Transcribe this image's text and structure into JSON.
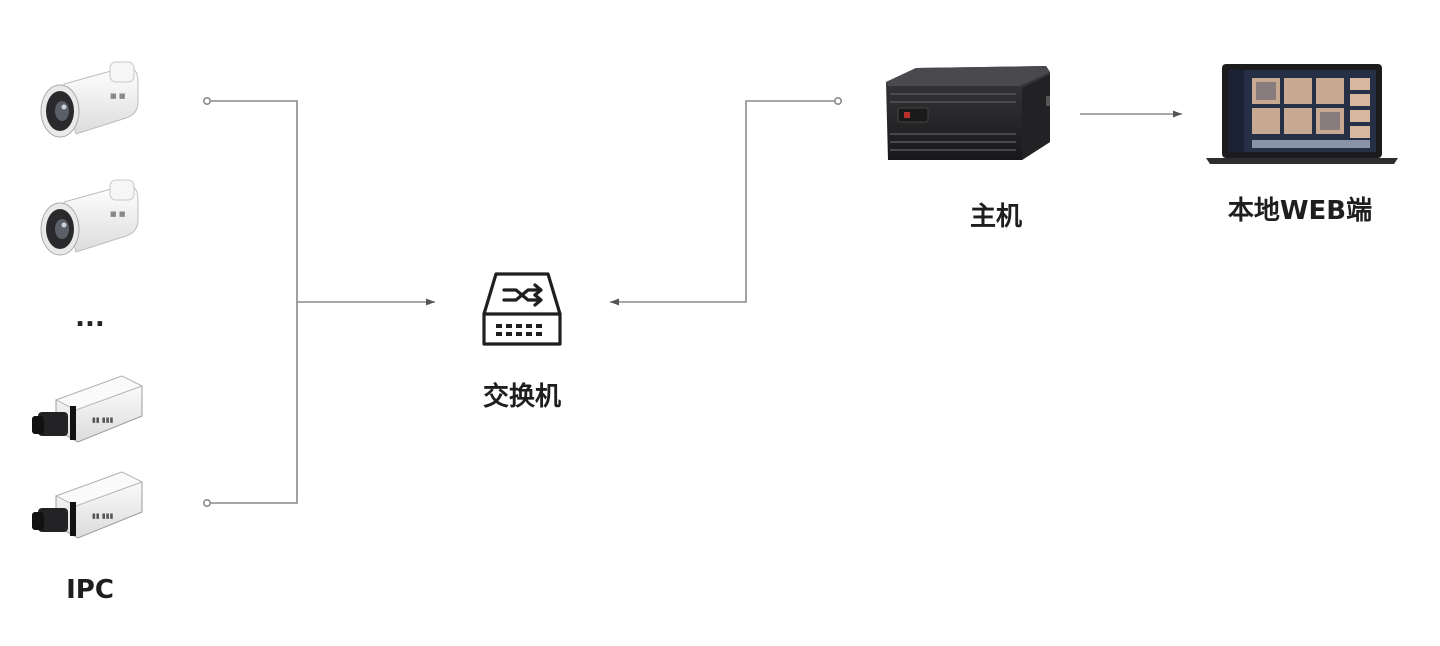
{
  "labels": {
    "ipc": "IPC",
    "switch": "交换机",
    "host": "主机",
    "web": "本地WEB端",
    "ellipsis": "..."
  },
  "colors": {
    "line": "#8a8a8a",
    "device_dark": "#2a2a2c",
    "camera_body": "#f4f4f4"
  },
  "nodes": [
    {
      "id": "ipc-bullet-1",
      "icon": "bullet-camera-icon"
    },
    {
      "id": "ipc-bullet-2",
      "icon": "bullet-camera-icon"
    },
    {
      "id": "ipc-box-1",
      "icon": "box-camera-icon"
    },
    {
      "id": "ipc-box-2",
      "icon": "box-camera-icon"
    },
    {
      "id": "switch",
      "icon": "network-switch-icon"
    },
    {
      "id": "host",
      "icon": "server-host-icon"
    },
    {
      "id": "web",
      "icon": "laptop-icon"
    }
  ],
  "edges": [
    {
      "from": "ipc",
      "to": "switch"
    },
    {
      "from": "host",
      "to": "switch"
    },
    {
      "from": "host",
      "to": "web"
    }
  ]
}
